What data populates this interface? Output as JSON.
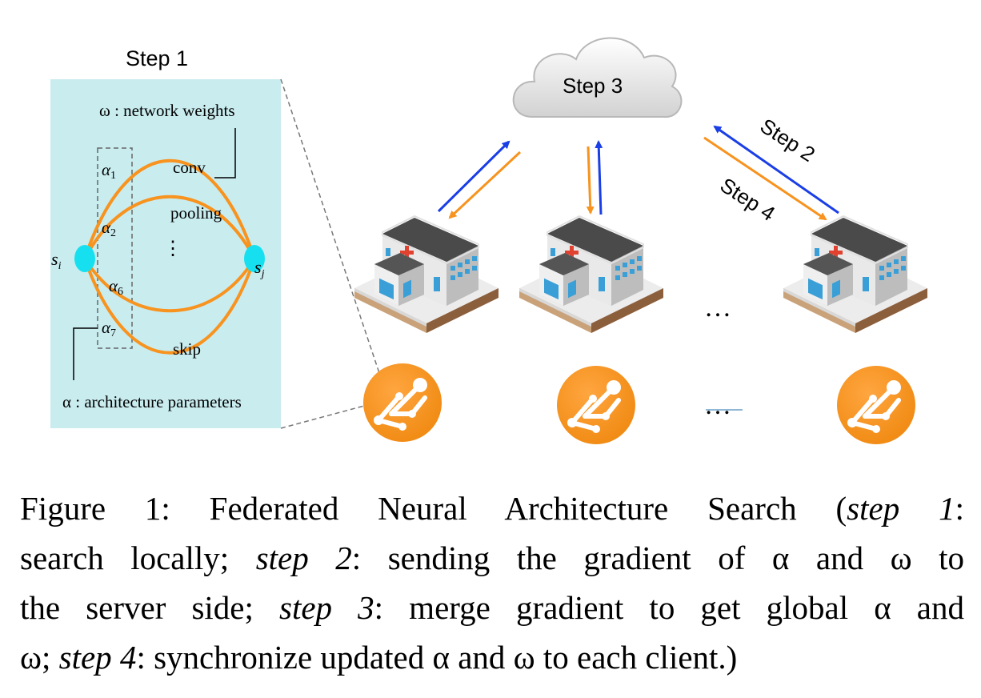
{
  "step1": {
    "title": "Step 1",
    "omega_label": "ω : network weights",
    "alpha_label": "α : architecture parameters",
    "node_i": "s",
    "node_i_sub": "i",
    "node_j": "s",
    "node_j_sub": "j",
    "ops": {
      "conv": "conv",
      "pooling": "pooling",
      "skip": "skip",
      "vdots": "⋮"
    },
    "alphas": [
      {
        "sym": "α",
        "sub": "1"
      },
      {
        "sym": "α",
        "sub": "2"
      },
      {
        "sym": "α",
        "sub": "6"
      },
      {
        "sym": "α",
        "sub": "7"
      }
    ]
  },
  "cloud": {
    "label": "Step 3"
  },
  "arrows": {
    "step2": "Step 2",
    "step4": "Step 4"
  },
  "ellipsis": {
    "buildings": "…",
    "logos": "…"
  },
  "colors": {
    "panel": "#c9ecef",
    "orange": "#f7931e",
    "blue": "#1b3fe6",
    "node": "#16e0f0"
  },
  "caption": {
    "lines": [
      [
        "Figure 1:  Federated Neural Architecture Search (",
        "step 1",
        ":"
      ],
      [
        "search locally; ",
        "step 2",
        ":  sending the gradient of α and ω to"
      ],
      [
        "the server side; ",
        "step 3",
        ": merge gradient to get global α and"
      ],
      [
        "ω; ",
        "step 4",
        ": synchronize updated α and ω to each client.)"
      ]
    ]
  }
}
